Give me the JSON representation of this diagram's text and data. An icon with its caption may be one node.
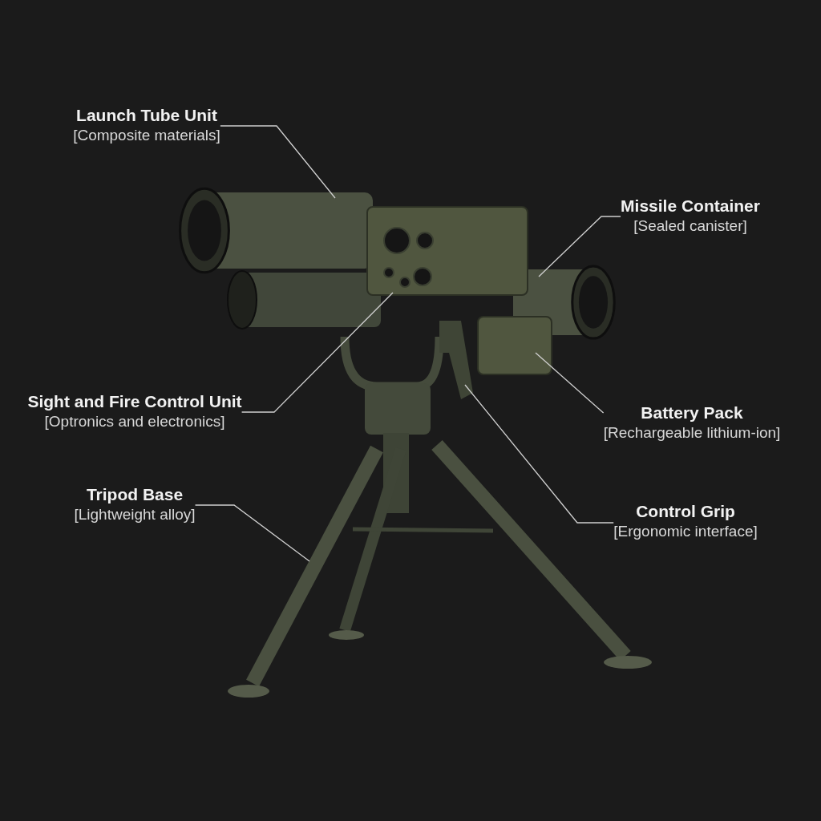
{
  "diagram": {
    "nodes": [
      {
        "text": [
          "Launch Tube Unit",
          "[Composite materials]"
        ]
      },
      {
        "text": [
          "Missile Container",
          "[Sealed canister]"
        ]
      },
      {
        "text": [
          "Sight and Fire Control Unit",
          "[Optronics and electronics]"
        ]
      },
      {
        "text": [
          "Battery Pack",
          "[Rechargeable lithium-ion]"
        ]
      },
      {
        "text": [
          "Tripod Base",
          "[Lightweight alloy]"
        ]
      },
      {
        "text": [
          "Control Grip",
          "[Ergonomic interface]"
        ]
      },
      {
        "text": [],
        "shape": "cylinder"
      },
      {
        "text": [],
        "shape": "cylinder"
      },
      {
        "text": [],
        "shape": "box"
      },
      {
        "text": [],
        "shape": "box"
      },
      {
        "text": [],
        "shape": "picture"
      },
      {
        "text": [],
        "shape": "picture"
      }
    ],
    "edges": [
      {
        "from": 0,
        "to": 6,
        "arrow": "none"
      },
      {
        "from": 1,
        "to": 7,
        "arrow": "none"
      },
      {
        "from": 2,
        "to": 8,
        "arrow": "none"
      },
      {
        "from": 3,
        "to": 9,
        "arrow": "none"
      },
      {
        "from": 4,
        "to": 10,
        "arrow": "none"
      },
      {
        "from": 5,
        "to": 11,
        "arrow": "none"
      }
    ]
  }
}
